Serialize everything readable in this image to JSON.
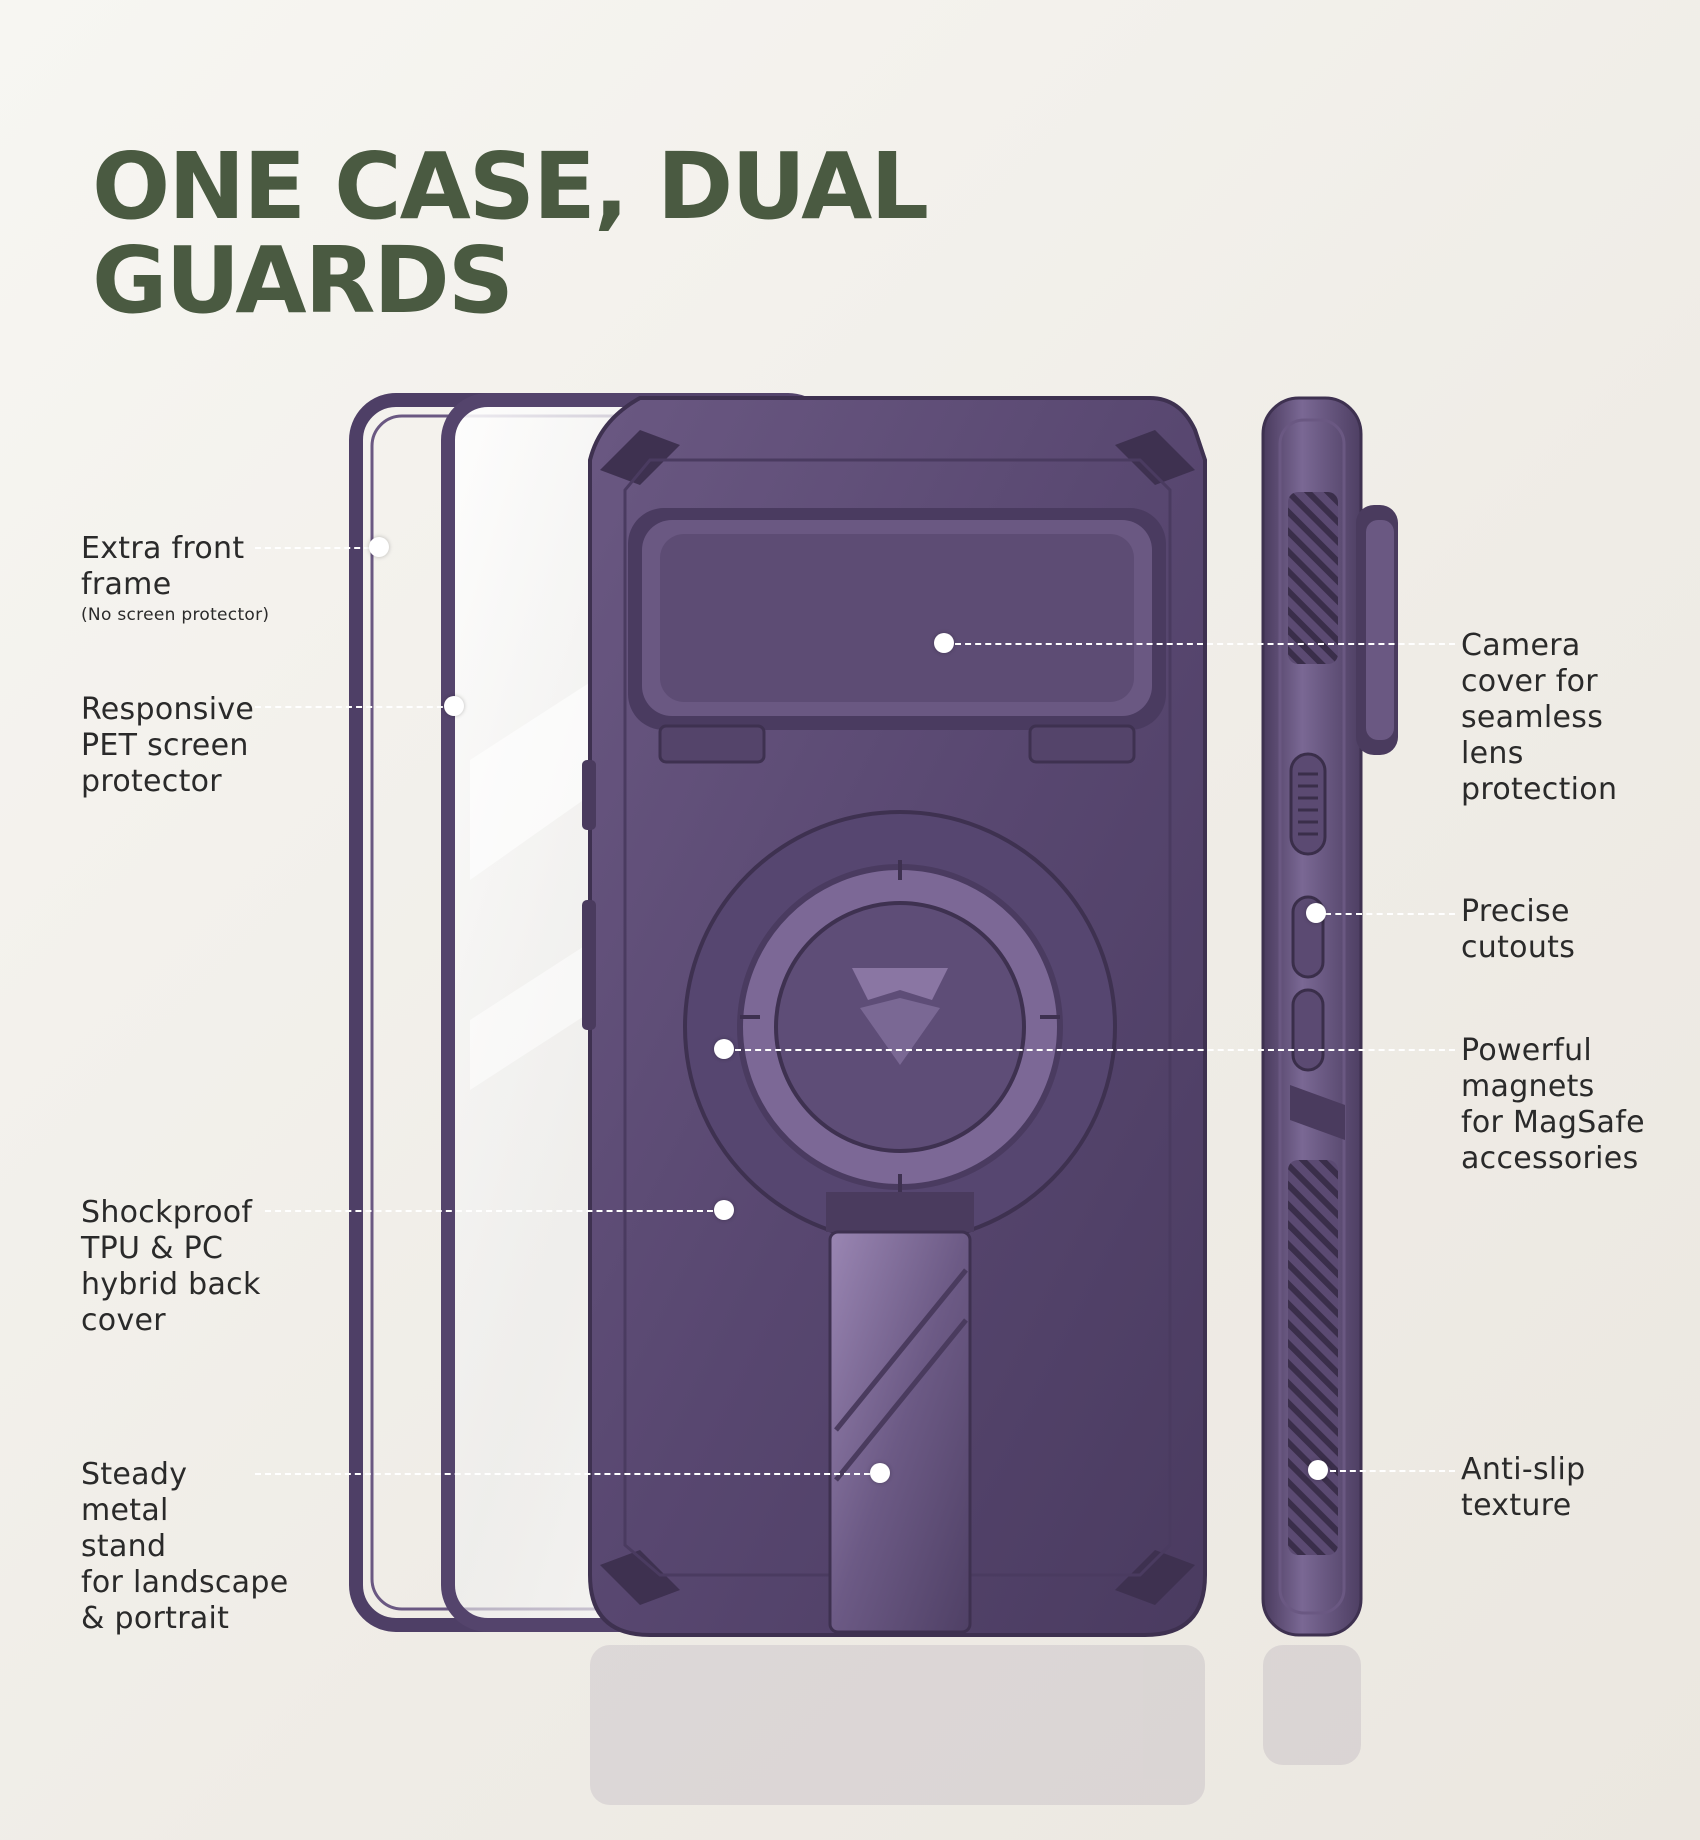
{
  "title": {
    "line1": "ONE CASE, DUAL",
    "line2": "GUARDS"
  },
  "colors": {
    "title": "#4a5a41",
    "case_purple": "#5c4a72",
    "case_dark": "#3e3150",
    "highlight": "#8a76a3"
  },
  "labels": {
    "front_frame": {
      "lines": [
        "Extra front",
        "frame"
      ],
      "note": "(No screen protector)"
    },
    "screen_protector": {
      "lines": [
        "Responsive",
        "PET screen",
        "protector"
      ]
    },
    "back_cover": {
      "lines": [
        "Shockproof",
        "TPU & PC",
        "hybrid back",
        "cover"
      ]
    },
    "stand": {
      "lines": [
        "Steady",
        "metal",
        "stand",
        "for landscape",
        "& portrait"
      ]
    },
    "camera_cover": {
      "lines": [
        "Camera",
        "cover for",
        "seamless",
        "lens",
        "protection"
      ]
    },
    "cutouts": {
      "lines": [
        "Precise",
        "cutouts"
      ]
    },
    "magnets": {
      "lines": [
        "Powerful",
        "magnets",
        "for MagSafe",
        "accessories"
      ]
    },
    "anti_slip": {
      "lines": [
        "Anti-slip",
        "texture"
      ]
    }
  }
}
